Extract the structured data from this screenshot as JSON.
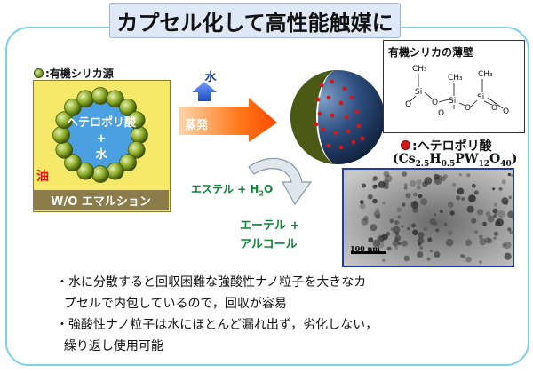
{
  "title": "カプセル化して高性能触媒に",
  "emulsion": {
    "legend": ":有機シリカ源",
    "droplet_line1": "ヘテロポリ酸",
    "droplet_plus": "+",
    "droplet_line2": "水",
    "oil_label": "油",
    "bottom_label": "W/O エマルション"
  },
  "process": {
    "water_label": "水",
    "evaporation_label": "蒸発"
  },
  "wall_inset": {
    "title": "有機シリカの薄壁",
    "atoms": [
      "Si",
      "O",
      "CH3"
    ]
  },
  "heteropoly": {
    "label": ":ヘテロポリ酸",
    "formula": "(Cs2.5H0.5PW12O40)"
  },
  "reaction": {
    "reactant": "エステル + H2O",
    "product_line1": "エーテル +",
    "product_line2": "アルコール"
  },
  "tem": {
    "scale_label": "100 nm"
  },
  "notes": [
    "・水に分散すると回収困難な強酸性ナノ粒子を大きなカ",
    "  プセルで内包しているので，回収が容易",
    "・強酸性ナノ粒子は水にほとんど漏れ出ず，劣化しない，",
    "  繰り返し使用可能"
  ],
  "colors": {
    "frame": "#7fd0e6",
    "emulsion_fill": "#f6e96a",
    "emulsion_label_fill": "#8c7c4a",
    "capsule_fill": "#4a5a14",
    "hpa_red": "#d21818",
    "arrow_orange": "#ff6a10",
    "water_blue": "#2a5bd8",
    "reaction_green": "#11843a"
  }
}
